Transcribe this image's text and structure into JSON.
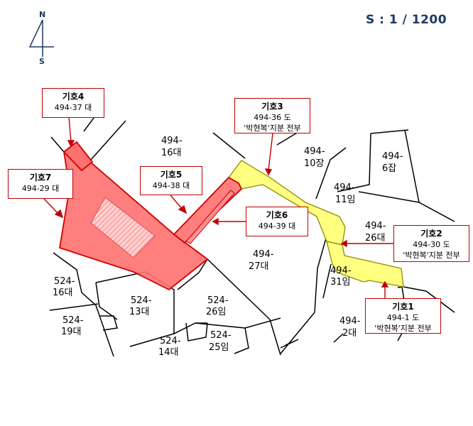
{
  "scale": "S : 1 / 1200",
  "compass": {
    "north": "N",
    "south": "S"
  },
  "callouts": [
    {
      "id": "4",
      "title": "기호4",
      "lines": [
        "494-37 대"
      ]
    },
    {
      "id": "3",
      "title": "기호3",
      "lines": [
        "494-36 도",
        "'박현복'지분 전부"
      ]
    },
    {
      "id": "5",
      "title": "기호5",
      "lines": [
        "494-38 대"
      ]
    },
    {
      "id": "7",
      "title": "기호7",
      "lines": [
        "494-29 대"
      ]
    },
    {
      "id": "6",
      "title": "기호6",
      "lines": [
        "494-39 대"
      ]
    },
    {
      "id": "2",
      "title": "기호2",
      "lines": [
        "494-30 도",
        "'박현복'지분 전부"
      ]
    },
    {
      "id": "1",
      "title": "기호1",
      "lines": [
        "494-1 도",
        "'박현복'지분 전부"
      ]
    }
  ],
  "parcels": [
    {
      "top": "494-",
      "bottom": "16대"
    },
    {
      "top": "494-",
      "bottom": "10장"
    },
    {
      "top": "494-",
      "bottom": "6잡"
    },
    {
      "top": "494-",
      "bottom": "11임"
    },
    {
      "top": "494-",
      "bottom": "26대"
    },
    {
      "top": "494-",
      "bottom": "27대"
    },
    {
      "top": "494-",
      "bottom": "31임"
    },
    {
      "top": "494-",
      "bottom": "2대"
    },
    {
      "top": "524-",
      "bottom": "16대"
    },
    {
      "top": "524-",
      "bottom": "13대"
    },
    {
      "top": "524-",
      "bottom": "26임"
    },
    {
      "top": "524-",
      "bottom": "19대"
    },
    {
      "top": "524-",
      "bottom": "14대"
    },
    {
      "top": "524-",
      "bottom": "25임"
    }
  ],
  "colors": {
    "owned": "#ff6b6b",
    "road": "#ffff80",
    "callout_border": "#c00000",
    "scale_text": "#1f3864"
  }
}
